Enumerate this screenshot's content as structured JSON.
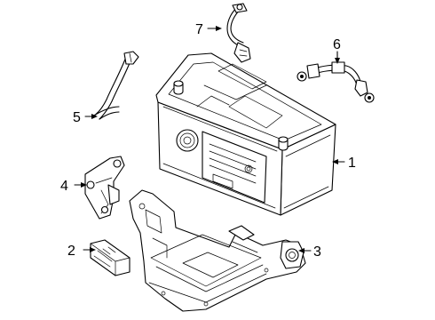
{
  "diagram": {
    "callouts": [
      {
        "number": "1",
        "part": "battery"
      },
      {
        "number": "2",
        "part": "terminal-cover"
      },
      {
        "number": "3",
        "part": "battery-tray"
      },
      {
        "number": "4",
        "part": "tray-bracket"
      },
      {
        "number": "5",
        "part": "vent-hose"
      },
      {
        "number": "6",
        "part": "ground-cable"
      },
      {
        "number": "7",
        "part": "positive-cable"
      }
    ]
  }
}
